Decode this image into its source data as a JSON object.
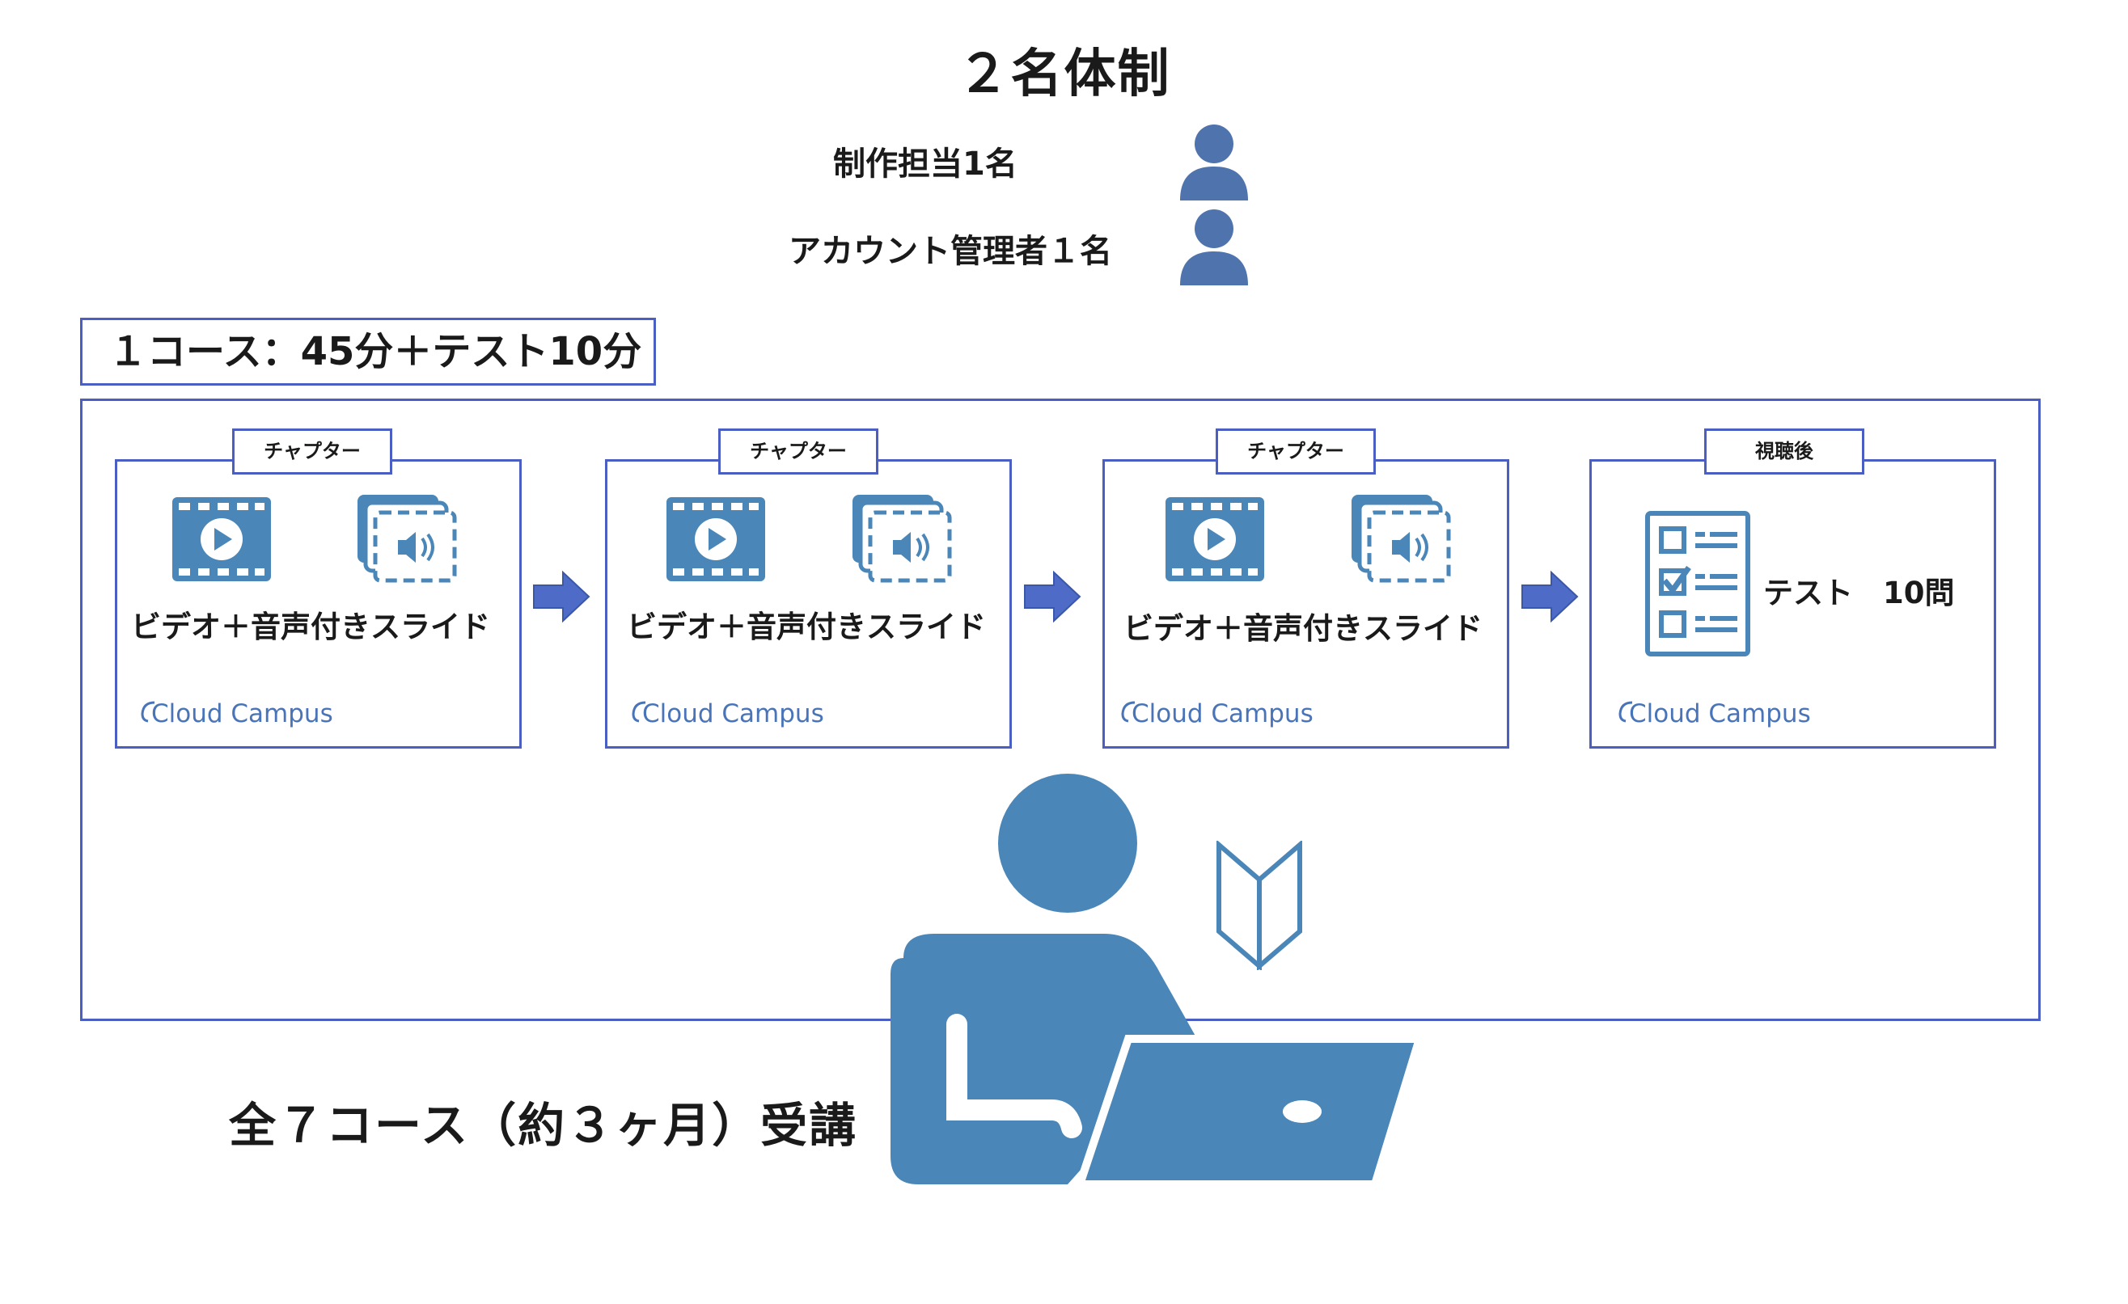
{
  "title": "２名体制",
  "staff": [
    {
      "label": "制作担当1名",
      "icon": "person-icon"
    },
    {
      "label": "アカウント管理者１名",
      "icon": "person-icon"
    }
  ],
  "course_label": "１コース：45分＋テスト10分",
  "cards": [
    {
      "chip": "チャプター",
      "text": "ビデオ＋音声付きスライド",
      "brand": "Cloud Campus",
      "icons": [
        "video-icon",
        "audio-slide-icon"
      ]
    },
    {
      "chip": "チャプター",
      "text": "ビデオ＋音声付きスライド",
      "brand": "Cloud Campus",
      "icons": [
        "video-icon",
        "audio-slide-icon"
      ]
    },
    {
      "chip": "チャプター",
      "text": "ビデオ＋音声付きスライド",
      "brand": "Cloud Campus",
      "icons": [
        "video-icon",
        "audio-slide-icon"
      ]
    },
    {
      "chip": "視聴後",
      "text": "テスト　10問",
      "brand": "Cloud Campus",
      "icons": [
        "checklist-icon"
      ]
    }
  ],
  "flow_arrow_icon": "arrow-right-icon",
  "learner_icon": "person-at-laptop-icon",
  "beginner_icon": "beginner-mark-icon",
  "footer": "全７コース（約３ヶ月）受講",
  "colors": {
    "frame": "#4a5fc1",
    "icon_blue": "#4a86b7",
    "person_blue": "#4f73ad",
    "arrow": "#4e6cc7",
    "brand": "#4a74b8"
  }
}
